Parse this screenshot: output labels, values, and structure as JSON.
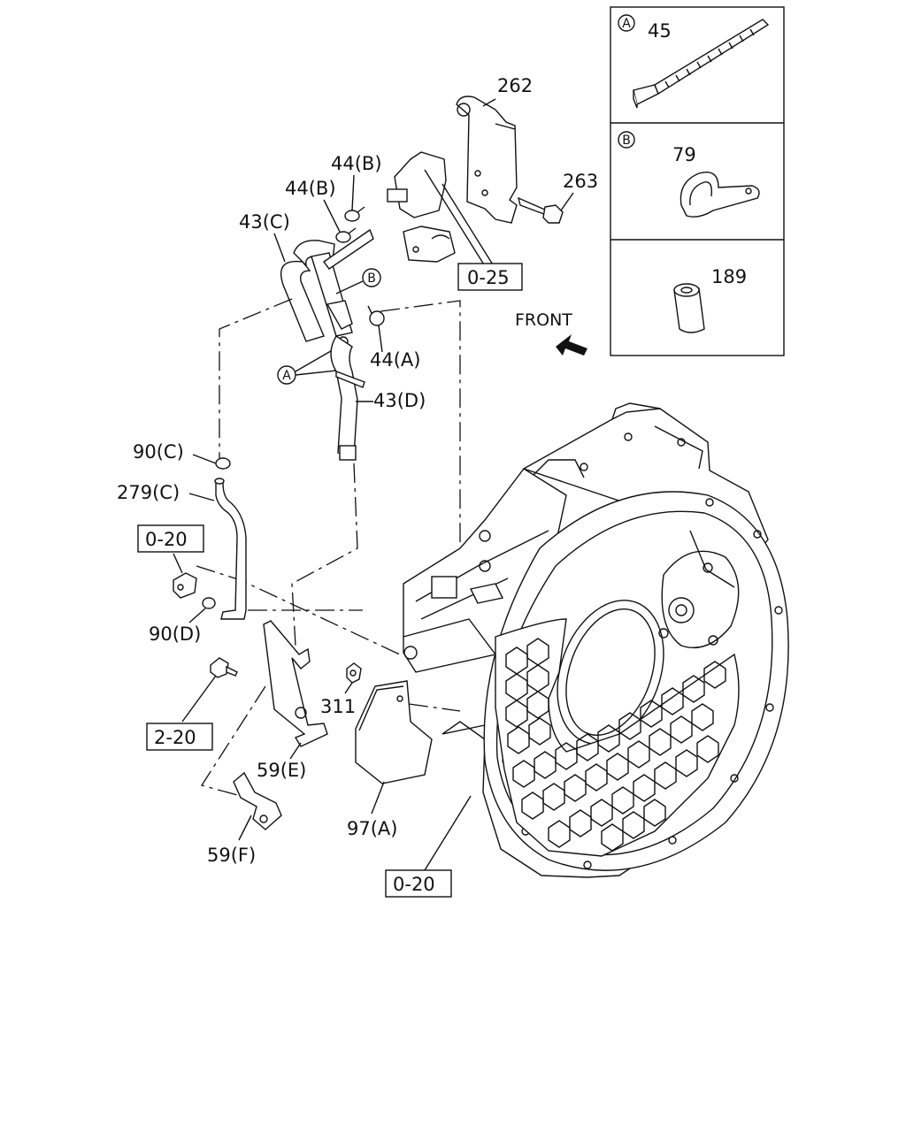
{
  "diagram": {
    "labels": {
      "p262": "262",
      "p263": "263",
      "p44b_1": "44(B)",
      "p44b_2": "44(B)",
      "p43c": "43(C)",
      "ref_b": "B",
      "p0_25": "0-25",
      "front": "FRONT",
      "p44a": "44(A)",
      "ref_a": "A",
      "p43d": "43(D)",
      "p90c": "90(C)",
      "p279c": "279(C)",
      "p0_20_left": "0-20",
      "p90d": "90(D)",
      "p311": "311",
      "p2_20": "2-20",
      "p59e": "59(E)",
      "p97a": "97(A)",
      "p59f": "59(F)",
      "p0_20_bottom": "0-20"
    },
    "inset": {
      "a_marker": "A",
      "a_part": "45",
      "b_marker": "B",
      "b_part": "79",
      "c_part": "189"
    }
  }
}
